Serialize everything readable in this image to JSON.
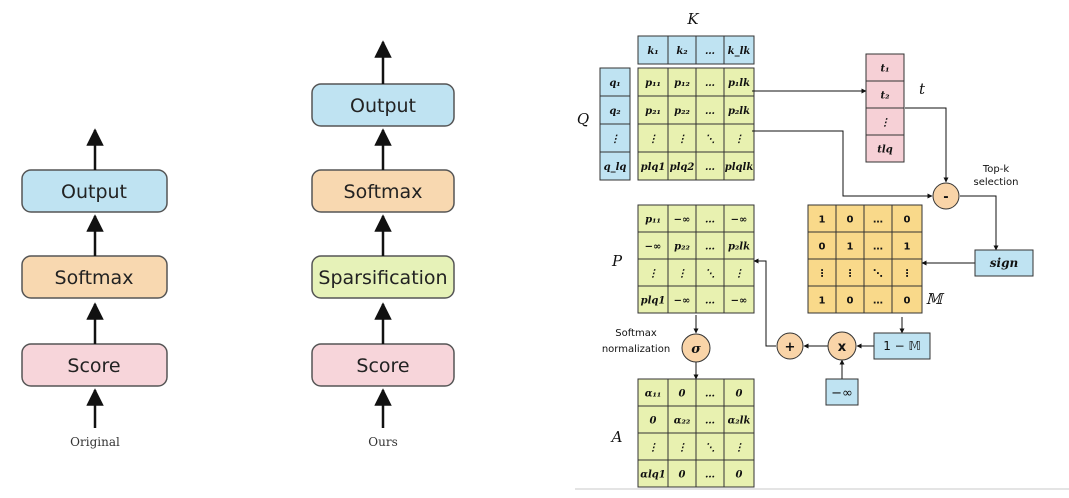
{
  "left_flow": {
    "original": {
      "blocks": [
        "Output",
        "Softmax",
        "Score"
      ],
      "caption": "Original"
    },
    "ours": {
      "blocks": [
        "Output",
        "Softmax",
        "Sparsification",
        "Score"
      ],
      "caption": "Ours"
    }
  },
  "matrices": {
    "K": {
      "label": "K",
      "cells": [
        "k₁",
        "k₂",
        "…",
        "k_lk"
      ]
    },
    "Q": {
      "label": "Q",
      "cells": [
        "q₁",
        "q₂",
        "⋮",
        "q_lq"
      ]
    },
    "Qmat": {
      "cells": [
        [
          "p₁₁",
          "p₁₂",
          "…",
          "p₁lk"
        ],
        [
          "p₂₁",
          "p₂₂",
          "…",
          "p₂lk"
        ],
        [
          "⋮",
          "⋮",
          "⋱",
          "⋮"
        ],
        [
          "plq1",
          "plq2",
          "…",
          "plqlk"
        ]
      ]
    },
    "t": {
      "label": "t",
      "cells": [
        "t₁",
        "t₂",
        "⋮",
        "tlq"
      ]
    },
    "P": {
      "label": "P",
      "cells": [
        [
          "p₁₁",
          "−∞",
          "…",
          "−∞"
        ],
        [
          "−∞",
          "p₂₂",
          "…",
          "p₂lk"
        ],
        [
          "⋮",
          "⋮",
          "⋱",
          "⋮"
        ],
        [
          "plq1",
          "−∞",
          "…",
          "−∞"
        ]
      ]
    },
    "M": {
      "label": "𝕄",
      "cells": [
        [
          "1",
          "0",
          "…",
          "0"
        ],
        [
          "0",
          "1",
          "…",
          "1"
        ],
        [
          "⋮",
          "⋮",
          "⋱",
          "⋮"
        ],
        [
          "1",
          "0",
          "…",
          "0"
        ]
      ]
    },
    "A": {
      "label": "A",
      "cells": [
        [
          "α₁₁",
          "0",
          "…",
          "0"
        ],
        [
          "0",
          "α₂₂",
          "…",
          "α₂lk"
        ],
        [
          "⋮",
          "⋮",
          "⋱",
          "⋮"
        ],
        [
          "αlq1",
          "0",
          "…",
          "0"
        ]
      ]
    }
  },
  "ops": {
    "minus": "-",
    "plus": "+",
    "times": "x",
    "sigma": "σ",
    "sign": "sign",
    "one_minus_M": "1 − 𝕄",
    "neg_inf": "−∞"
  },
  "notes": {
    "topk": [
      "Top-k",
      "selection"
    ],
    "softmax_norm": [
      "Softmax",
      "normalization"
    ]
  },
  "colors": {
    "output": "#bfe3f2",
    "softmax": "#f8d8b0",
    "sparsification": "#e6f2b8",
    "score": "#f7d5da",
    "matrix_green": "#e8f1b0",
    "matrix_blue": "#bfe3f2",
    "matrix_pink": "#f6d0d6",
    "matrix_orange": "#f9d98a",
    "op_circle": "#f9d4a8"
  }
}
